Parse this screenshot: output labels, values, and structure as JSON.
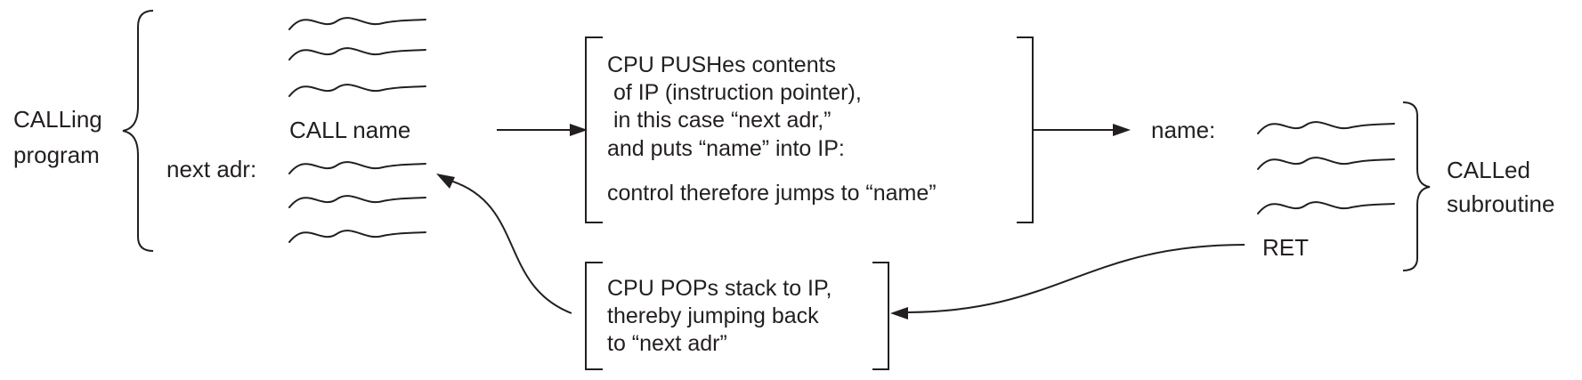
{
  "calling": {
    "label_line1": "CALLing",
    "label_line2": "program",
    "call_instruction": "CALL name",
    "next_adr_label": "next adr:"
  },
  "push_box": {
    "line1": "CPU PUSHes contents",
    "line2": " of IP (instruction pointer),",
    "line3": " in this case “next adr,”",
    "line4": "and puts “name” into IP:",
    "line5": "control therefore jumps to “name”"
  },
  "called": {
    "entry_label": "name:",
    "ret_instruction": "RET",
    "label_line1": "CALLed",
    "label_line2": "subroutine"
  },
  "pop_box": {
    "line1": "CPU POPs stack to IP,",
    "line2": "thereby jumping back",
    "line3": "to “next adr”"
  }
}
